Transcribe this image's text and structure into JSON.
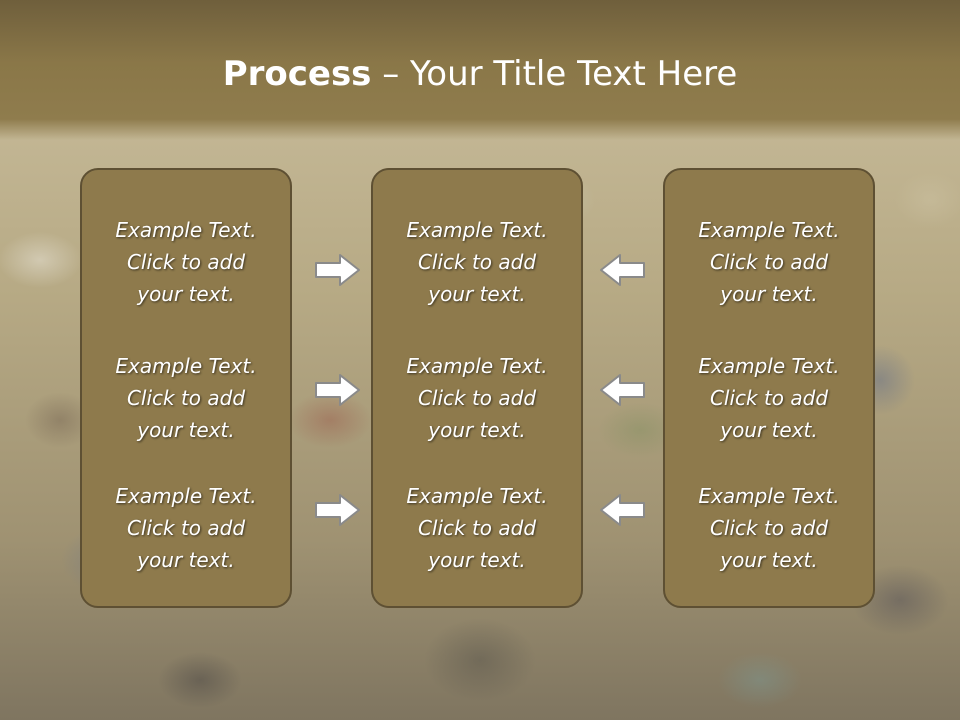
{
  "title": {
    "bold": "Process",
    "rest": " – Your Title Text Here"
  },
  "columns": [
    {
      "items": [
        {
          "line1": "Example Text.",
          "line2": "Click  to add",
          "line3": "your text."
        },
        {
          "line1": "Example Text.",
          "line2": "Click  to add",
          "line3": "your text."
        },
        {
          "line1": "Example Text.",
          "line2": "Click  to add",
          "line3": "your text."
        }
      ]
    },
    {
      "items": [
        {
          "line1": "Example Text.",
          "line2": "Click  to add",
          "line3": "your text."
        },
        {
          "line1": "Example Text.",
          "line2": "Click  to add",
          "line3": "your text."
        },
        {
          "line1": "Example Text.",
          "line2": "Click  to add",
          "line3": "your text."
        }
      ]
    },
    {
      "items": [
        {
          "line1": "Example Text.",
          "line2": "Click  to add",
          "line3": "your text."
        },
        {
          "line1": "Example Text.",
          "line2": "Click  to add",
          "line3": "your text."
        },
        {
          "line1": "Example Text.",
          "line2": "Click  to add",
          "line3": "your text."
        }
      ]
    }
  ],
  "icons": {
    "arrow_left_to_mid": "arrow-right-icon",
    "arrow_right_to_mid": "arrow-left-icon"
  },
  "colors": {
    "panel": "#8e7a4c",
    "panel_border": "#5e5033",
    "title_bar": "#8a7748",
    "text": "#ffffff"
  }
}
